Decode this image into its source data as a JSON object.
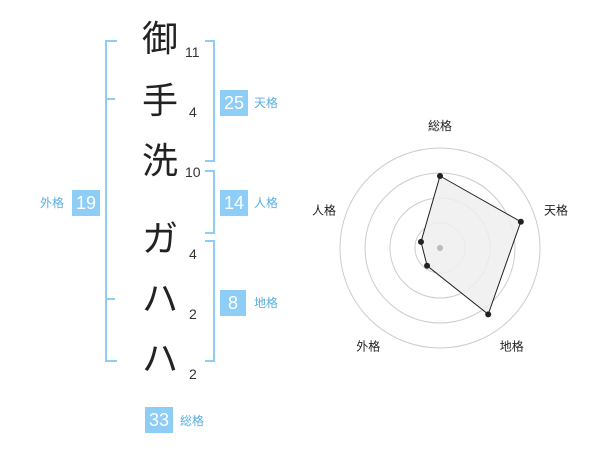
{
  "name": {
    "chars": [
      "御",
      "手",
      "洗",
      "ガ",
      "ハ",
      "ハ"
    ],
    "strokes": [
      "11",
      "4",
      "10",
      "4",
      "2",
      "2"
    ]
  },
  "kakusu": {
    "tenkaku": {
      "value": "25",
      "label": "天格"
    },
    "jinkaku": {
      "value": "14",
      "label": "人格"
    },
    "chikaku": {
      "value": "8",
      "label": "地格"
    },
    "gaikaku": {
      "value": "19",
      "label": "外格"
    },
    "soukaku": {
      "value": "33",
      "label": "総格"
    }
  },
  "chart_data": {
    "type": "radar",
    "axes": [
      "総格",
      "天格",
      "地格",
      "外格",
      "人格"
    ],
    "values": [
      0.72,
      0.85,
      0.82,
      0.22,
      0.2
    ],
    "range": [
      0,
      1
    ],
    "rings": 4,
    "colors": {
      "fill": "#eeeeee",
      "line": "#222222",
      "ring": "#cccccc",
      "center": "#bbbbbb"
    }
  }
}
